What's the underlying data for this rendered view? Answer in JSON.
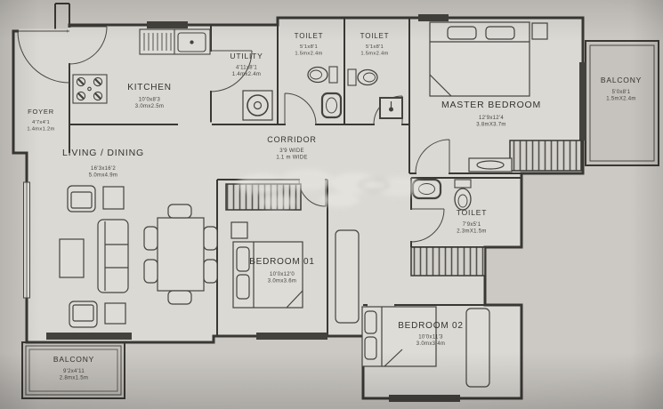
{
  "plan_type": "apartment-floor-plan",
  "colors": {
    "paper": "#ccc9c4",
    "floor": "#dbd9d4",
    "balcony_floor": "#c6c3be",
    "wall": "#3a3835",
    "fixture": "#4a4742",
    "window_band": "#44423d"
  },
  "rooms": {
    "foyer": {
      "name": "FOYER",
      "dims_ft": "4'7x4'1",
      "dims_m": "1.4mx1.2m"
    },
    "living_dining": {
      "name": "LIVING / DINING",
      "dims_ft": "16'3x16'2",
      "dims_m": "5.0mx4.9m"
    },
    "kitchen": {
      "name": "KITCHEN",
      "dims_ft": "10'0x8'3",
      "dims_m": "3.0mx2.5m"
    },
    "utility": {
      "name": "UTILITY",
      "dims_ft": "4'11x8'1",
      "dims_m": "1.4mx2.4m"
    },
    "toilet_1": {
      "name": "TOILET",
      "dims_ft": "5'1x8'1",
      "dims_m": "1.5mx2.4m"
    },
    "toilet_2": {
      "name": "TOILET",
      "dims_ft": "5'1x8'1",
      "dims_m": "1.5mx2.4m"
    },
    "master_bedroom": {
      "name": "MASTER BEDROOM",
      "dims_ft": "12'9x12'4",
      "dims_m": "3.8mX3.7m"
    },
    "balcony_top": {
      "name": "BALCONY",
      "dims_ft": "5'0x8'1",
      "dims_m": "1.5mX2.4m"
    },
    "corridor": {
      "name": "CORRIDOR",
      "dims_ft": "3'9 WIDE",
      "dims_m": "1.1 m WIDE"
    },
    "bedroom_01": {
      "name": "BEDROOM 01",
      "dims_ft": "10'0x12'0",
      "dims_m": "3.0mx3.6m"
    },
    "toilet_3": {
      "name": "TOILET",
      "dims_ft": "7'9x5'1",
      "dims_m": "2.3mX1.5m"
    },
    "bedroom_02": {
      "name": "BEDROOM 02",
      "dims_ft": "10'0x11'3",
      "dims_m": "3.0mx3.4m"
    },
    "balcony_bottom": {
      "name": "BALCONY",
      "dims_ft": "9'2x4'11",
      "dims_m": "2.8mx1.5m"
    }
  }
}
